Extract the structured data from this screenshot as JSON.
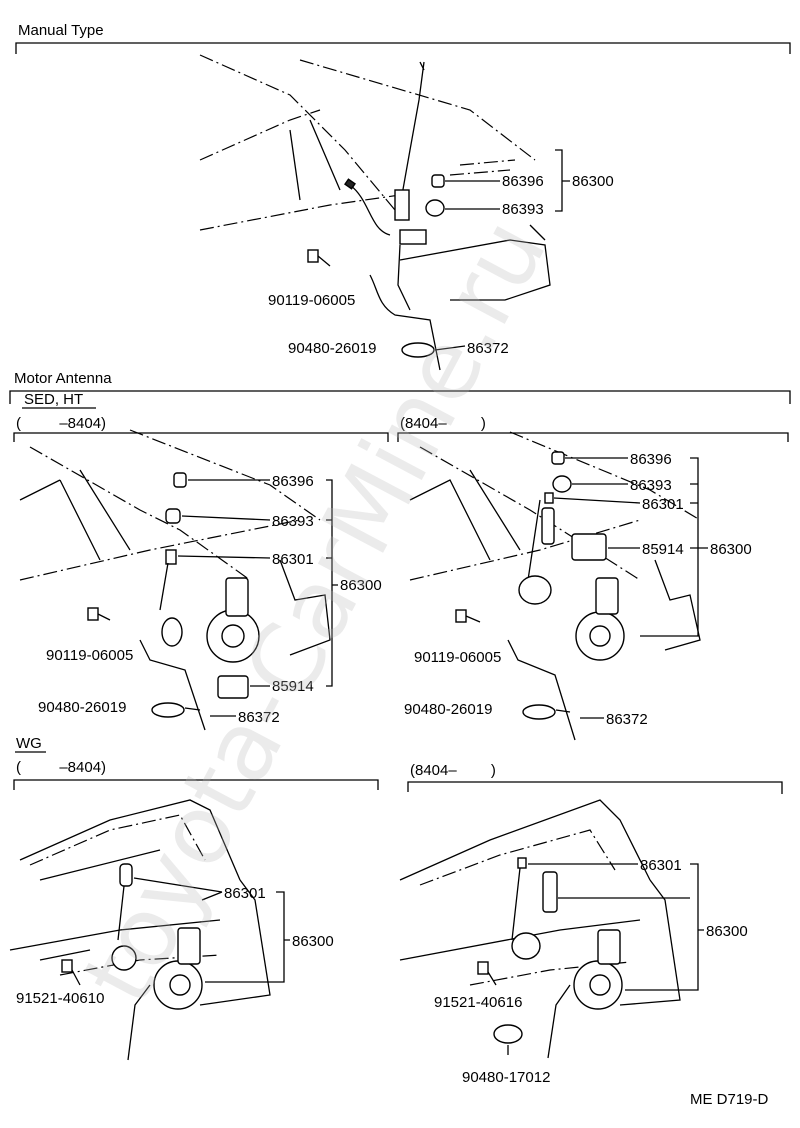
{
  "sections": {
    "manual": {
      "title": "Manual Type"
    },
    "motor": {
      "title": "Motor Antenna",
      "sed_ht": {
        "title": "SED, HT",
        "range_left": "(    –8404)",
        "range_right": "(8404–   )"
      },
      "wg": {
        "title": "WG",
        "range_left": "(    –8404)",
        "range_right": "(8404–   )"
      }
    }
  },
  "parts": {
    "manual": {
      "p86396": "86396",
      "p86300": "86300",
      "p86393": "86393",
      "p90119": "90119-06005",
      "p90480": "90480-26019",
      "p86372": "86372"
    },
    "sed_left": {
      "p86396": "86396",
      "p86393": "86393",
      "p86301": "86301",
      "p86300": "86300",
      "p90119": "90119-06005",
      "p85914": "85914",
      "p90480": "90480-26019",
      "p86372": "86372"
    },
    "sed_right": {
      "p86396": "86396",
      "p86393": "86393",
      "p86301": "86301",
      "p85914": "85914",
      "p86300": "86300",
      "p90119": "90119-06005",
      "p90480": "90480-26019",
      "p86372": "86372"
    },
    "wg_left": {
      "p86301": "86301",
      "p86300": "86300",
      "p91521": "91521-40610"
    },
    "wg_right": {
      "p86301": "86301",
      "p86300": "86300",
      "p91521": "91521-40616",
      "p90480": "90480-17012"
    }
  },
  "footer": {
    "code": "ME  D719-D"
  },
  "watermark": {
    "text": "toyota-CarMine.ru"
  }
}
